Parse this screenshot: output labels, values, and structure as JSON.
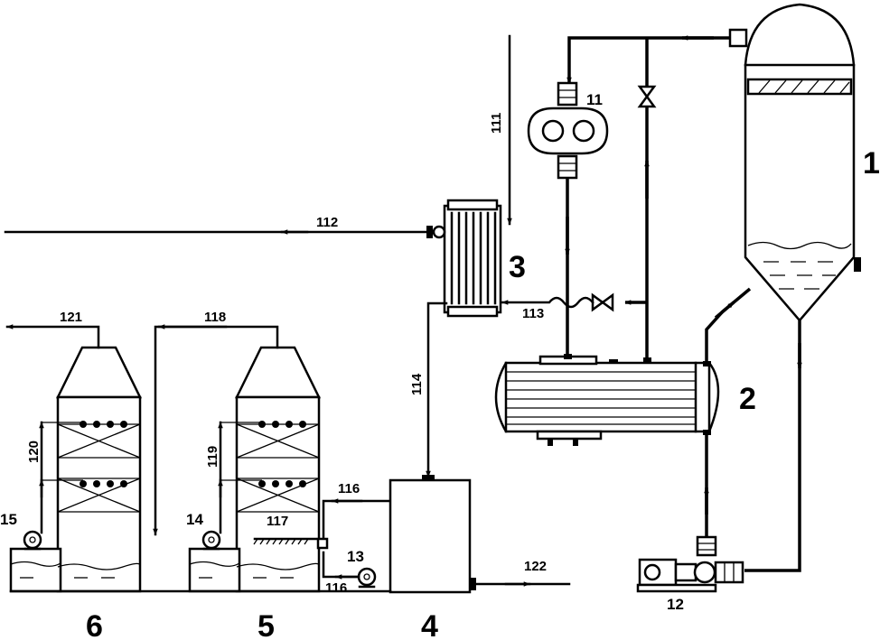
{
  "equipment_labels": {
    "eq1": "1",
    "eq2": "2",
    "eq3": "3",
    "eq4": "4",
    "eq5": "5",
    "eq6": "6",
    "eq11": "11",
    "eq12": "12",
    "eq13": "13",
    "eq14": "14",
    "eq15": "15"
  },
  "stream_labels": {
    "s111": "111",
    "s112": "112",
    "s113": "113",
    "s114": "114",
    "s116a": "116",
    "s116b": "116",
    "s117": "117",
    "s118": "118",
    "s119": "119",
    "s120": "120",
    "s121": "121",
    "s122": "122"
  }
}
